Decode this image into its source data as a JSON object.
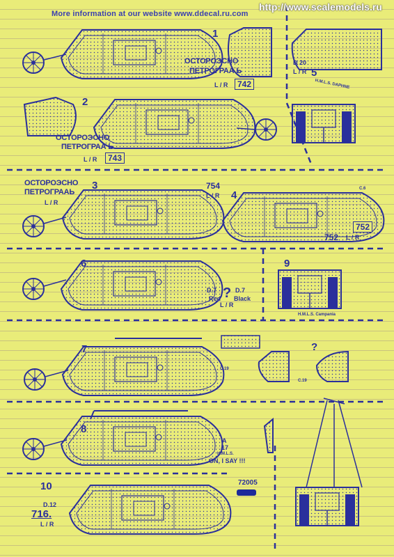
{
  "header": "More information at our website  www.ddecal.ru.com",
  "watermark": "http://www.scalemodels.ru",
  "numbers": {
    "n1": "1",
    "n2": "2",
    "n3": "3",
    "n4": "4",
    "n5": "5",
    "n6": "6",
    "n7": "7",
    "n8": "8",
    "n9": "9",
    "n10": "10"
  },
  "decals": {
    "ru1_a": "ОСТОРОЭСНО",
    "ru1_b": "ПЕТРОГРАА Ь",
    "lr1": "L / R",
    "code742": "742",
    "ru2_a": "ОСТОРОЭСНО",
    "ru2_b": "ПЕТРОГРАА Ь",
    "lr2": "L / R",
    "code743": "743",
    "ru3_a": "ОСТОРОЭСНО",
    "ru3_b": "ПЕТРОГРААЬ",
    "lr3": "L / R",
    "code754": "754",
    "lr754": "L / R",
    "code752a": "752",
    "code752b": "752",
    "lr752": "L / R",
    "c6": "C.6",
    "d20": "D 20",
    "lr5": "L / R",
    "daphne": "H.M.L.S. DAPHNE",
    "d7a": "D.7",
    "red": "Red",
    "qmark6": "?",
    "d7b": "D.7",
    "black": "Black",
    "lr6": "L / R",
    "campania": "H.M.L.S. Campania",
    "qmark7": "?",
    "c19a": "C.19",
    "c19b": "C.19",
    "a17": "A",
    "n17": "17",
    "hmls8": "H.M.L.S.",
    "onisay": "ON, I SAY !!!",
    "d12": "D.12",
    "code716": "716.",
    "lr10": "L / R",
    "catalog": "72005"
  },
  "colors": {
    "paper": "#e9ec79",
    "ink": "#2a2f9c",
    "rule": "#c9c27f"
  }
}
